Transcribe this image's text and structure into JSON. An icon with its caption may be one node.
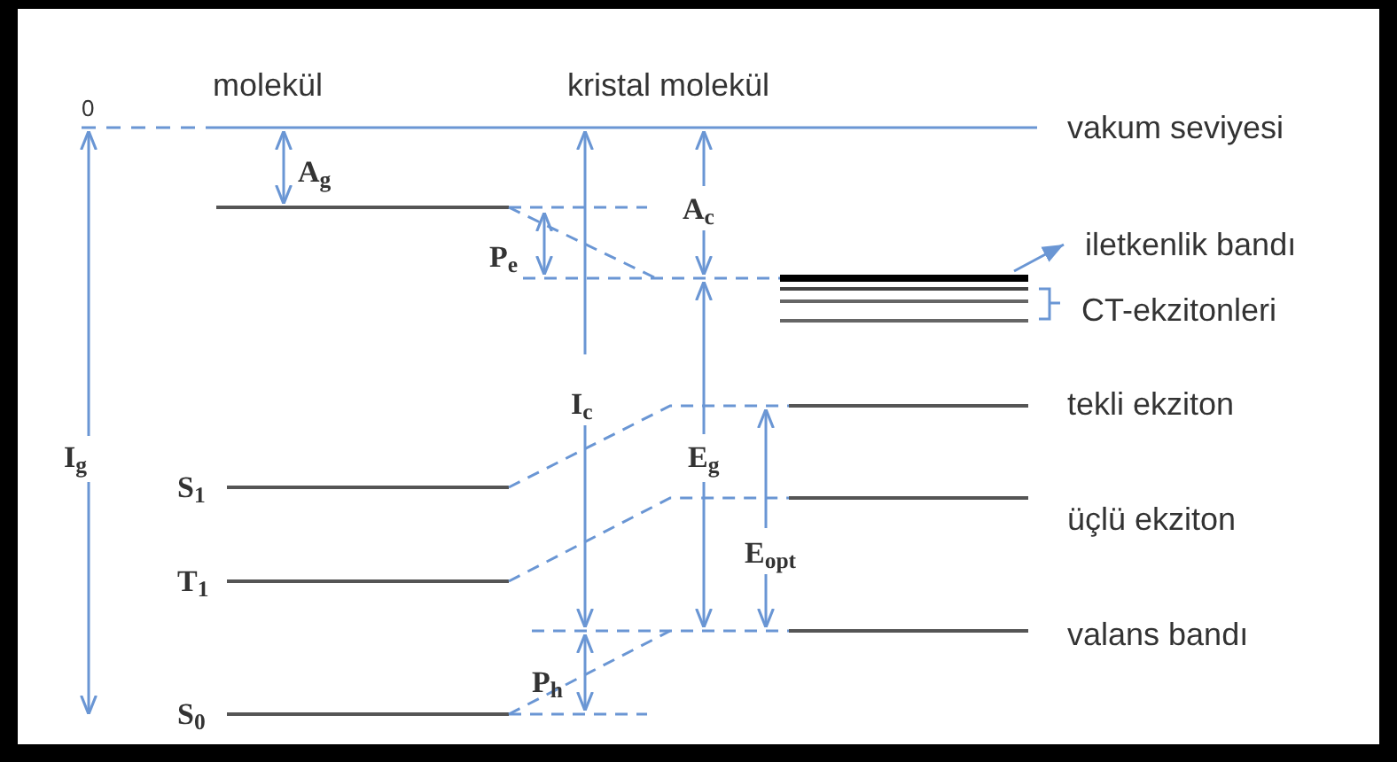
{
  "diagram": {
    "nodes": [
      {
        "text": [
          "iletkenlik bandı"
        ]
      },
      {
        "text": [],
        "shape": "bar"
      }
    ],
    "edges": [
      {
        "from": 1,
        "to": 0,
        "arrow": "to"
      }
    ],
    "labels": [
      "molekül",
      "kristal molekül",
      "0",
      "vakum seviyesi",
      "A$_{g}$",
      "A$_{c}$",
      "P$_{e}$",
      "CT-ekzitonleri",
      "I$_{c}$",
      "tekli ekziton",
      "I$_{g}$",
      "E$_{g}$",
      "S$_{1}$",
      "üçlü ekziton",
      "E$_{opt}$",
      "T$_{1}$",
      "valans bandı",
      "P$_{h}$",
      "S$_{0}$"
    ]
  }
}
